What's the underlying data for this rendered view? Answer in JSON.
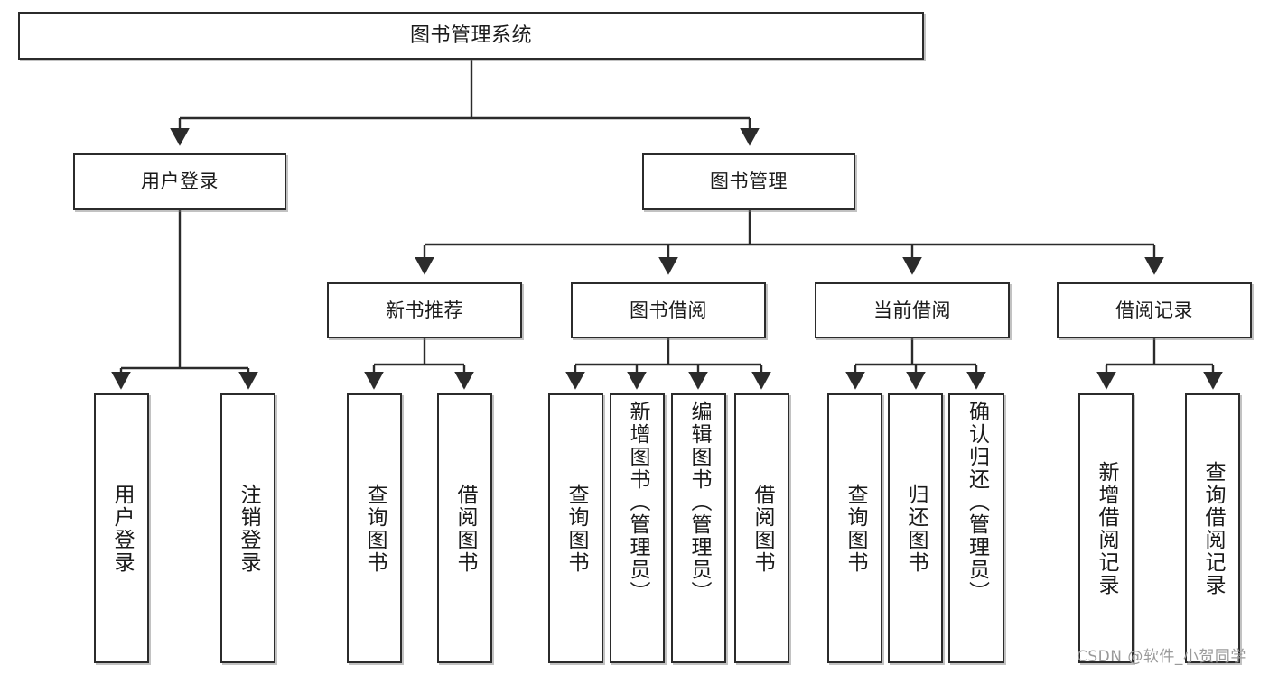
{
  "diagram": {
    "title": "图书管理系统",
    "watermark": "CSDN @软件_小贺同学",
    "colors": {
      "border": "#2b2b2b",
      "background": "#ffffff",
      "text": "#1a1a1a",
      "watermark": "#9a9a9a"
    },
    "levels": {
      "root": {
        "label": "图书管理系统"
      },
      "level2": [
        {
          "id": "user-login",
          "label": "用户登录"
        },
        {
          "id": "book-manage",
          "label": "图书管理"
        }
      ],
      "level3": [
        {
          "id": "new-book-recommend",
          "label": "新书推荐"
        },
        {
          "id": "book-borrow",
          "label": "图书借阅"
        },
        {
          "id": "current-borrow",
          "label": "当前借阅"
        },
        {
          "id": "borrow-record",
          "label": "借阅记录"
        }
      ],
      "leaves": {
        "user-login": [
          {
            "id": "leaf-user-login",
            "label": "用户登录"
          },
          {
            "id": "leaf-logout",
            "label": "注销登录"
          }
        ],
        "new-book-recommend": [
          {
            "id": "leaf-query-book-1",
            "label": "查询图书"
          },
          {
            "id": "leaf-borrow-book-1",
            "label": "借阅图书"
          }
        ],
        "book-borrow": [
          {
            "id": "leaf-query-book-2",
            "label": "查询图书"
          },
          {
            "id": "leaf-add-book",
            "label": "新增图书（管理员）"
          },
          {
            "id": "leaf-edit-book",
            "label": "编辑图书（管理员）"
          },
          {
            "id": "leaf-borrow-book-2",
            "label": "借阅图书"
          }
        ],
        "current-borrow": [
          {
            "id": "leaf-query-book-3",
            "label": "查询图书"
          },
          {
            "id": "leaf-return-book",
            "label": "归还图书"
          },
          {
            "id": "leaf-confirm-return",
            "label": "确认归还（管理员）"
          }
        ],
        "borrow-record": [
          {
            "id": "leaf-add-record",
            "label": "新增借阅记录"
          },
          {
            "id": "leaf-query-record",
            "label": "查询借阅记录"
          }
        ]
      }
    }
  }
}
